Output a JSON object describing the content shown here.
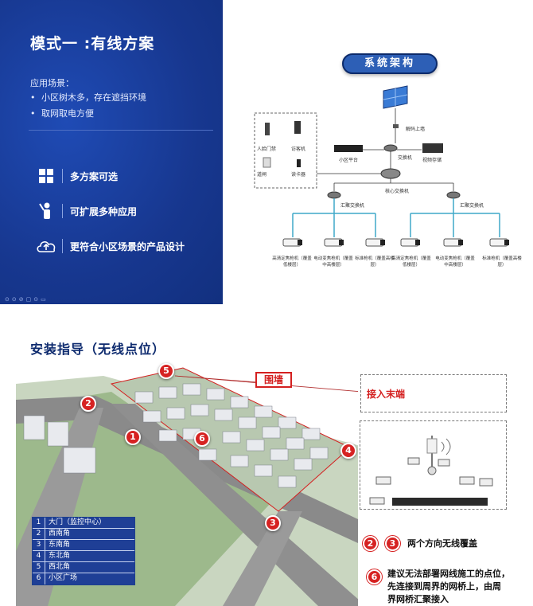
{
  "slide": {
    "title": "模式一 :有线方案",
    "scene_label": "应用场景：",
    "bullets": [
      "小区树木多，存在遮挡环境",
      "取网取电方便"
    ],
    "features": [
      {
        "icon": "grid-icon",
        "label": "多方案可选"
      },
      {
        "icon": "person-extend-icon",
        "label": "可扩展多种应用"
      },
      {
        "icon": "cloud-upload-icon",
        "label": "更符合小区场景的产品设计"
      }
    ],
    "footer_icons": "⊙⊙⊘▢⊙▭"
  },
  "architecture": {
    "badge": "系统架构",
    "labels": {
      "decoder": "解码上墙",
      "platform": "小区平台",
      "switch": "交换机",
      "storage": "视频存储",
      "core_switch": "核心交换机",
      "left_switch": "汇聚交换机",
      "right_switch": "汇聚交换机",
      "door": "人脸门禁",
      "visitor": "访客机",
      "gate": "道闸",
      "reader": "读卡器"
    },
    "cameras": [
      "高清定焦枪机（覆盖低楼层）",
      "电动变焦枪机（覆盖中高楼层）",
      "标准枪机（覆盖高楼层）",
      "高清定焦枪机（覆盖低楼层）",
      "电动变焦枪机（覆盖中高楼层）",
      "标准枪机（覆盖高楼层）"
    ]
  },
  "guide": {
    "title": "安装指导（无线点位）",
    "wall_label": "围墙",
    "end_label": "接入末端",
    "pins": [
      "1",
      "2",
      "3",
      "4",
      "5",
      "6"
    ],
    "legend": [
      {
        "num": "1",
        "text": "大门（监控中心）"
      },
      {
        "num": "2",
        "text": "西南角"
      },
      {
        "num": "3",
        "text": "东南角"
      },
      {
        "num": "4",
        "text": "东北角"
      },
      {
        "num": "5",
        "text": "西北角"
      },
      {
        "num": "6",
        "text": "小区广场"
      }
    ],
    "note1": {
      "pins": [
        "2",
        "3"
      ],
      "text": "两个方向无线覆盖"
    },
    "note2": {
      "pin": "6",
      "lines": [
        "建议无法部署网线施工的点位，",
        "先连接到周界的网桥上，由周",
        "界网桥汇聚接入"
      ]
    }
  },
  "colors": {
    "slide_bg": "#17378f",
    "accent_red": "#d62222",
    "legend_bg": "#1f3f96"
  }
}
